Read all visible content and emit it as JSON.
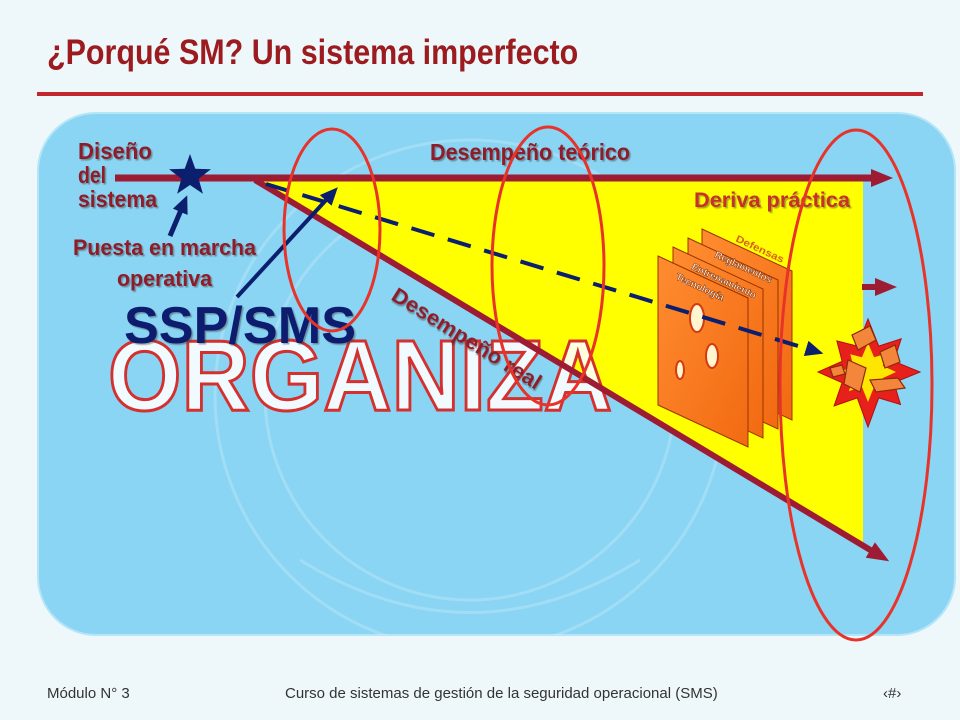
{
  "slide": {
    "title": "¿Porqué SM? Un sistema imperfecto",
    "footer": {
      "module": "Módulo N° 3",
      "course": "Curso de sistemas de gestión de la seguridad operacional (SMS)",
      "page_number": "‹#›"
    }
  },
  "diagram": {
    "system_design": [
      "Diseño",
      "del",
      "sistema"
    ],
    "theoretical_performance": "Desempeño teórico",
    "practical_drift": "Deriva práctica",
    "operational_launch": [
      "Puesta en marcha",
      "operativa"
    ],
    "actual_performance": "Desempeño real",
    "ssp_sms": "SSP/SMS",
    "organization_wordart": "ORGANIZA",
    "defenses": [
      "Defensas",
      "Reglamentos",
      "Entrenamiento",
      "Tecnología"
    ]
  },
  "icons": {
    "design_point": "star-icon",
    "accident": "explosion-icon",
    "defense_layers": "swiss-cheese-layers-icon"
  },
  "colors": {
    "background": "#EEF8FB",
    "title": "#9B1B1F",
    "title_rule": "#C0282D",
    "performance_line": "#9D1C33",
    "navy": "#0B1F6E",
    "diagram_panel": "#8AD5F3",
    "drift_area": "#FFFF00",
    "highlight_ellipse": "#E8332A",
    "label_text": "#8E1B2C",
    "drift_text": "#C6302A",
    "defense_layer": "#F26A12"
  }
}
